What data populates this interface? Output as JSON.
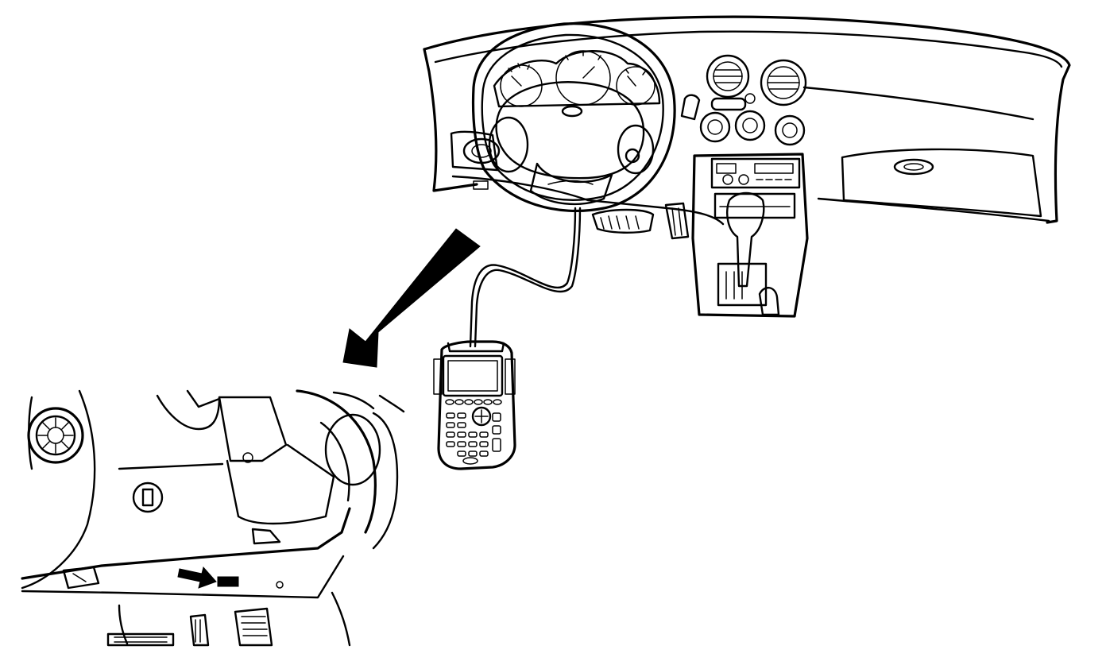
{
  "diagram": {
    "kind": "line-drawing",
    "colors": {
      "ink": "#000000",
      "paper": "#ffffff"
    },
    "objects": [
      "dashboard",
      "steering-wheel",
      "instrument-cluster",
      "center-console",
      "gear-shifter",
      "glove-box",
      "scan-tool",
      "diagnostic-cable",
      "pointer-arrow",
      "detail-view-lower-dash",
      "data-link-connector-arrow"
    ]
  }
}
